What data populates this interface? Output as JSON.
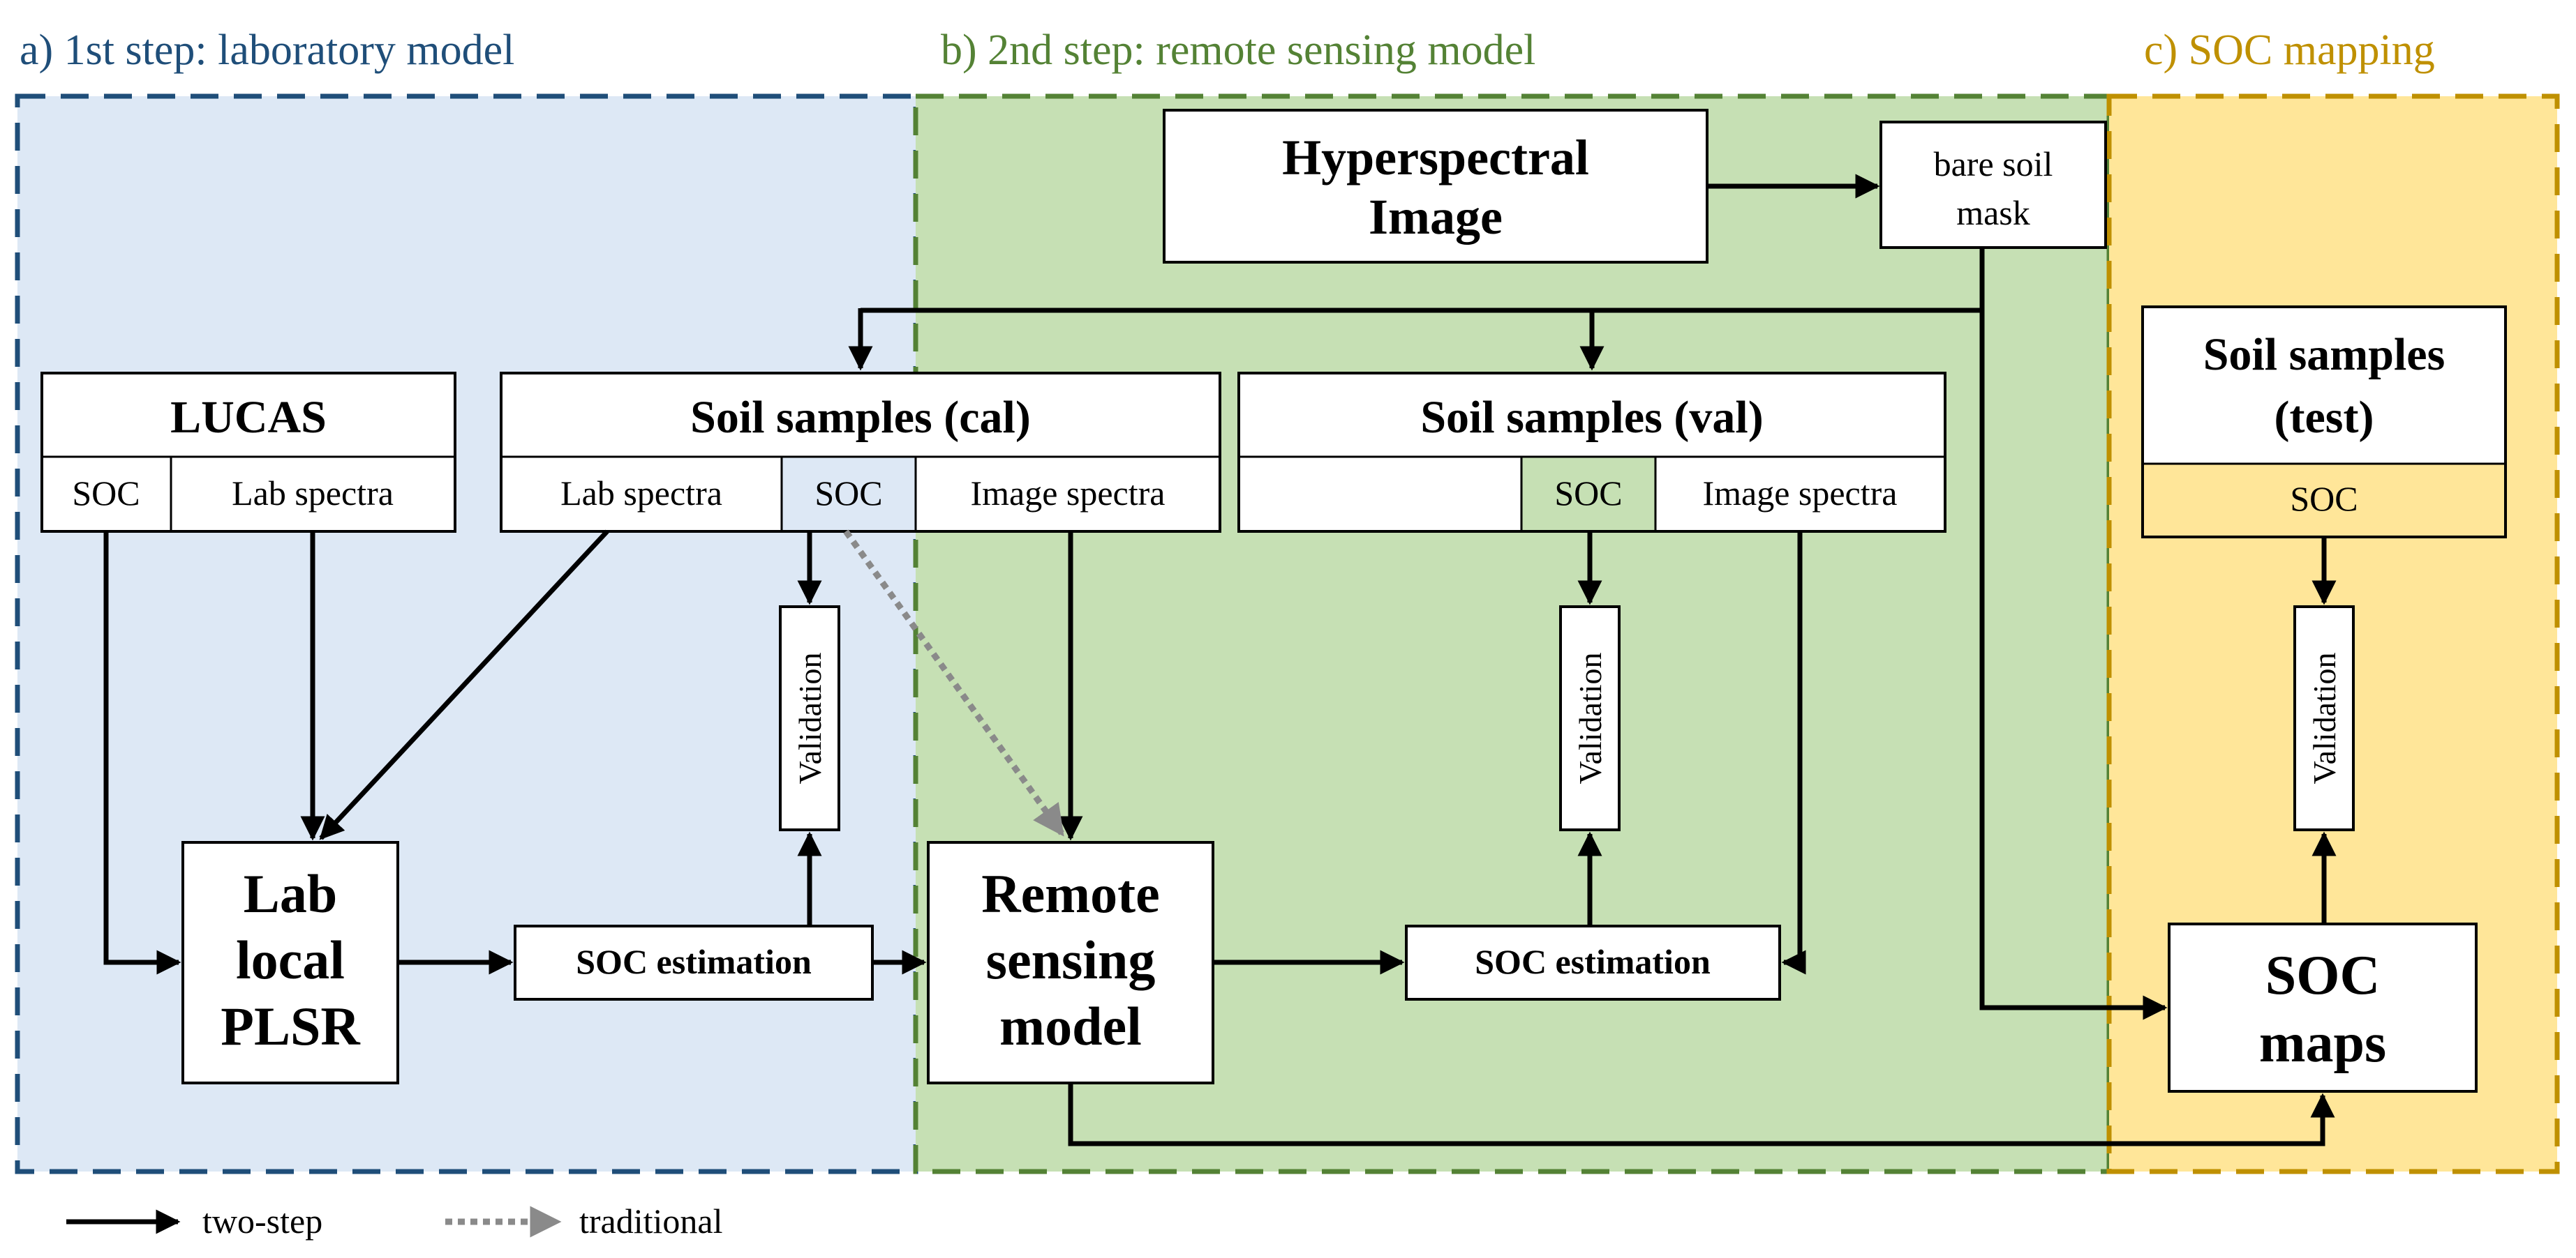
{
  "sections": {
    "a": {
      "title": "a) 1st step: laboratory model",
      "color": "#1f4e79",
      "fill": "#dde8f5"
    },
    "b": {
      "title": "b) 2nd step: remote sensing model",
      "color": "#548235",
      "fill": "#c6e0b4"
    },
    "c": {
      "title": "c) SOC mapping",
      "color": "#bf9000",
      "fill": "#ffe699"
    }
  },
  "boxes": {
    "lucas": {
      "title": "LUCAS",
      "cells": [
        "SOC",
        "Lab spectra"
      ]
    },
    "cal": {
      "title": "Soil samples (cal)",
      "cells": [
        "Lab spectra",
        "SOC",
        "Image spectra"
      ]
    },
    "val": {
      "title": "Soil samples (val)",
      "cells": [
        "SOC",
        "Image spectra"
      ]
    },
    "test": {
      "title_line1": "Soil samples",
      "title_line2": "(test)",
      "cells": [
        "SOC"
      ]
    },
    "hyperspectral": {
      "line1": "Hyperspectral",
      "line2": "Image"
    },
    "mask": {
      "line1": "bare soil",
      "line2": "mask"
    },
    "lab_plsr": {
      "line1": "Lab",
      "line2": "local",
      "line3": "PLSR"
    },
    "rs_model": {
      "line1": "Remote",
      "line2": "sensing",
      "line3": "model"
    },
    "soc_maps": {
      "line1": "SOC",
      "line2": "maps"
    },
    "soc_est_a": "SOC estimation",
    "soc_est_b": "SOC estimation",
    "validation_a": "Validation",
    "validation_b": "Validation",
    "validation_c": "Validation"
  },
  "legend": {
    "two_step": "two-step",
    "traditional": "traditional"
  }
}
